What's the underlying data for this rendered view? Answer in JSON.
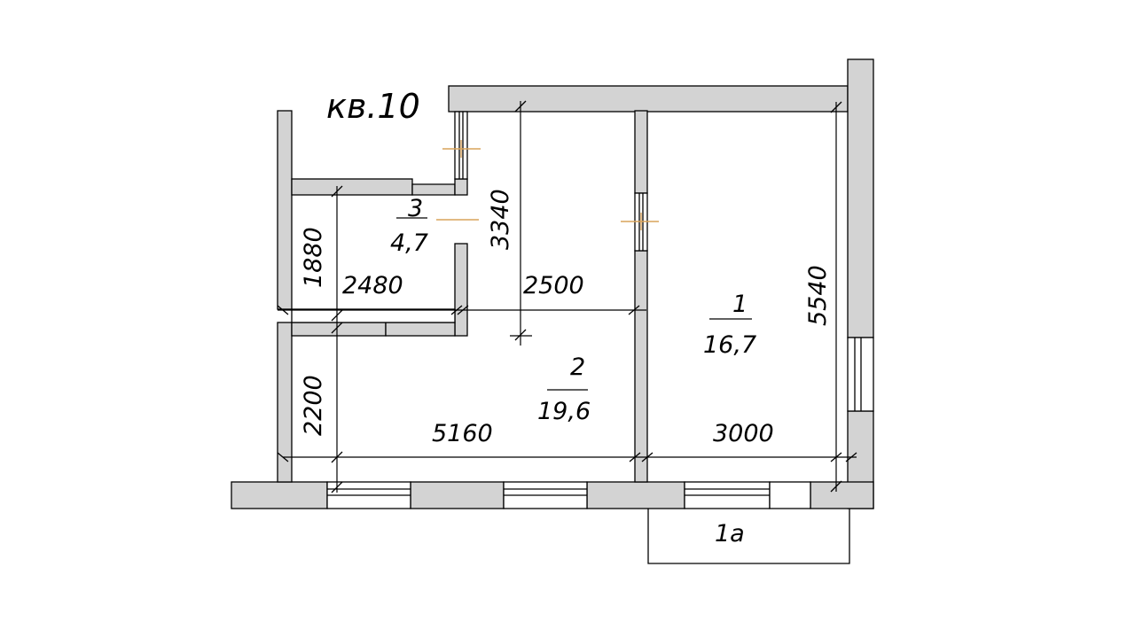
{
  "title": "кв.10",
  "rooms": [
    {
      "number": "1",
      "area": "16,7"
    },
    {
      "number": "2",
      "area": "19,6"
    },
    {
      "number": "3",
      "area": "4,7"
    }
  ],
  "balcony": {
    "label": "1а"
  },
  "dimensions": {
    "d5540": "5540",
    "d3000": "3000",
    "d5160": "5160",
    "d2200": "2200",
    "d1880": "1880",
    "d2480": "2480",
    "d3340": "3340",
    "d2500": "2500"
  }
}
